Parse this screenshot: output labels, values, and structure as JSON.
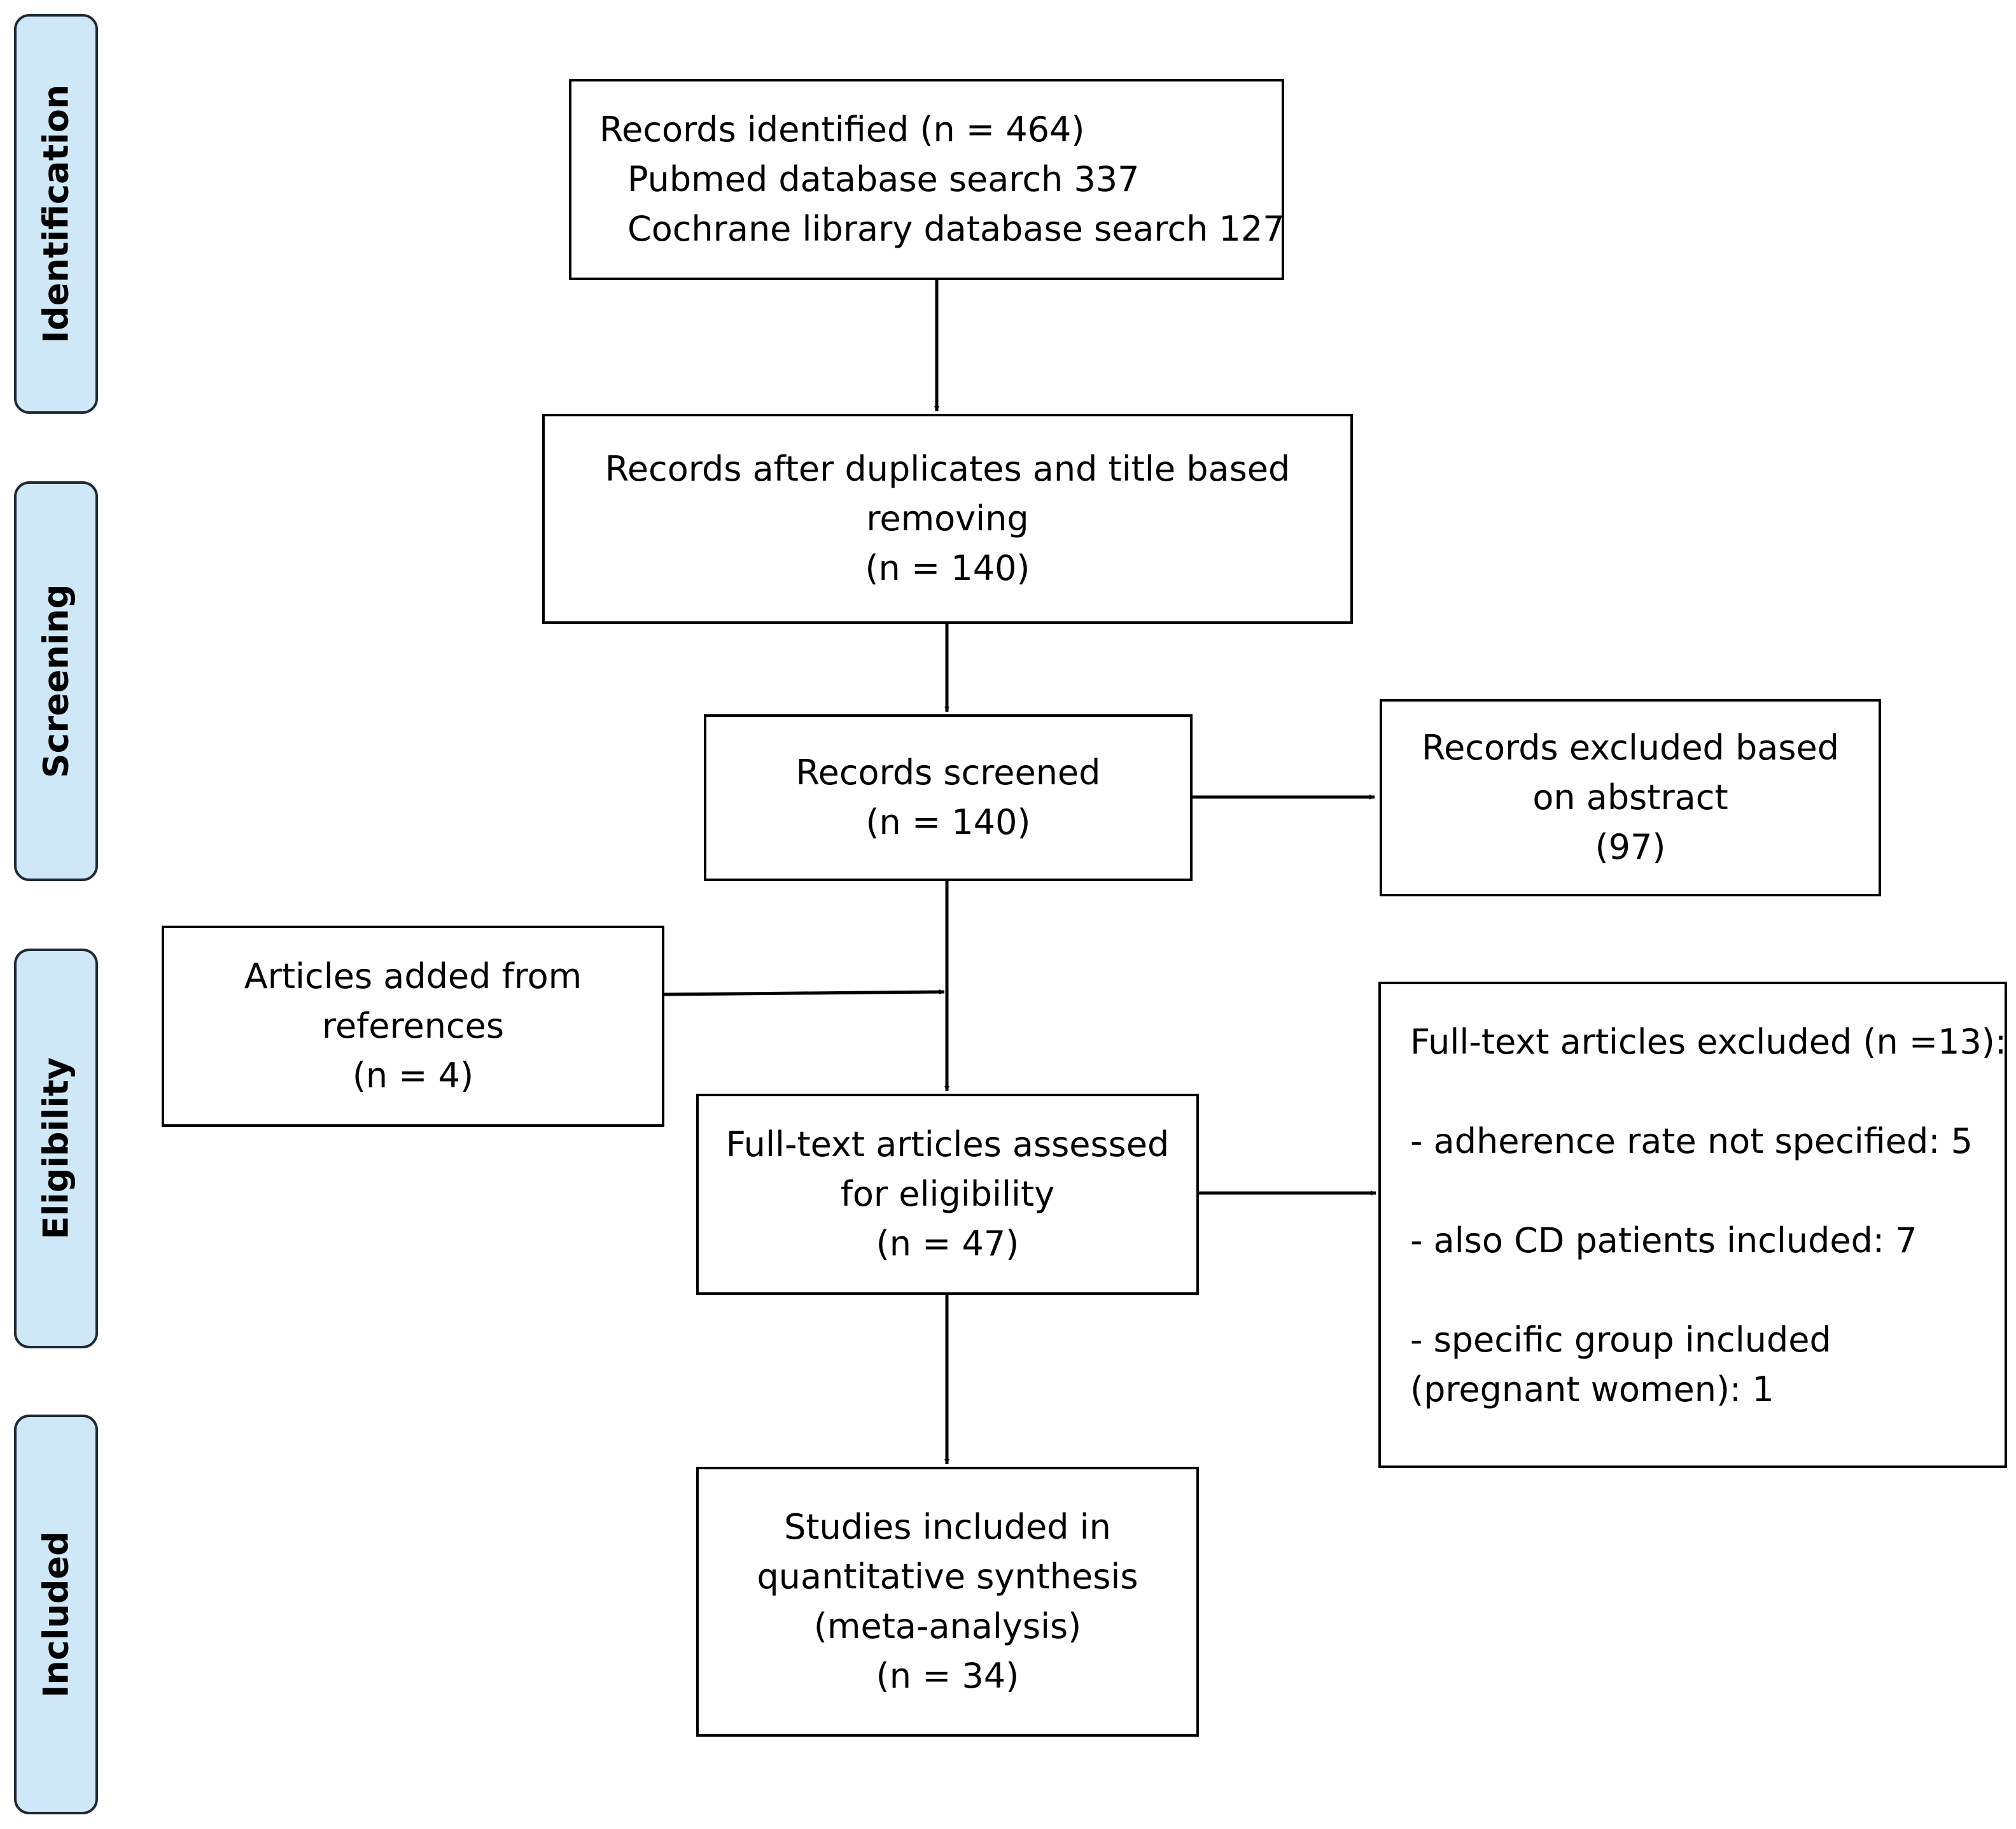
{
  "phases": {
    "identification": "Identification",
    "screening": "Screening",
    "eligibility": "Eligibility",
    "included": "Included"
  },
  "boxes": {
    "identified": {
      "line1": "Records identified (n = 464)",
      "line2": "Pubmed database search 337",
      "line3": "Cochrane library database search 127"
    },
    "after_duplicates": {
      "line1": "Records after duplicates and title based",
      "line2": "removing",
      "line3": "(n = 140)"
    },
    "screened": {
      "line1": "Records screened",
      "line2": "(n = 140)"
    },
    "excluded_abstract": {
      "line1": "Records excluded based",
      "line2": "on abstract",
      "line3": "(97)"
    },
    "added_references": {
      "line1": "Articles added from",
      "line2": "references",
      "line3": "(n = 4)"
    },
    "fulltext_assessed": {
      "line1": "Full-text articles assessed",
      "line2": "for eligibility",
      "line3": "(n = 47)"
    },
    "fulltext_excluded": {
      "heading": "Full-text articles excluded (n =13):",
      "reason1": "- adherence rate not specified: 5",
      "reason2": "- also CD patients included: 7",
      "reason3a": "- specific group included",
      "reason3b": "(pregnant women): 1"
    },
    "included": {
      "line1": "Studies included in",
      "line2": "quantitative synthesis",
      "line3": "(meta-analysis)",
      "line4": "(n = 34)"
    }
  }
}
